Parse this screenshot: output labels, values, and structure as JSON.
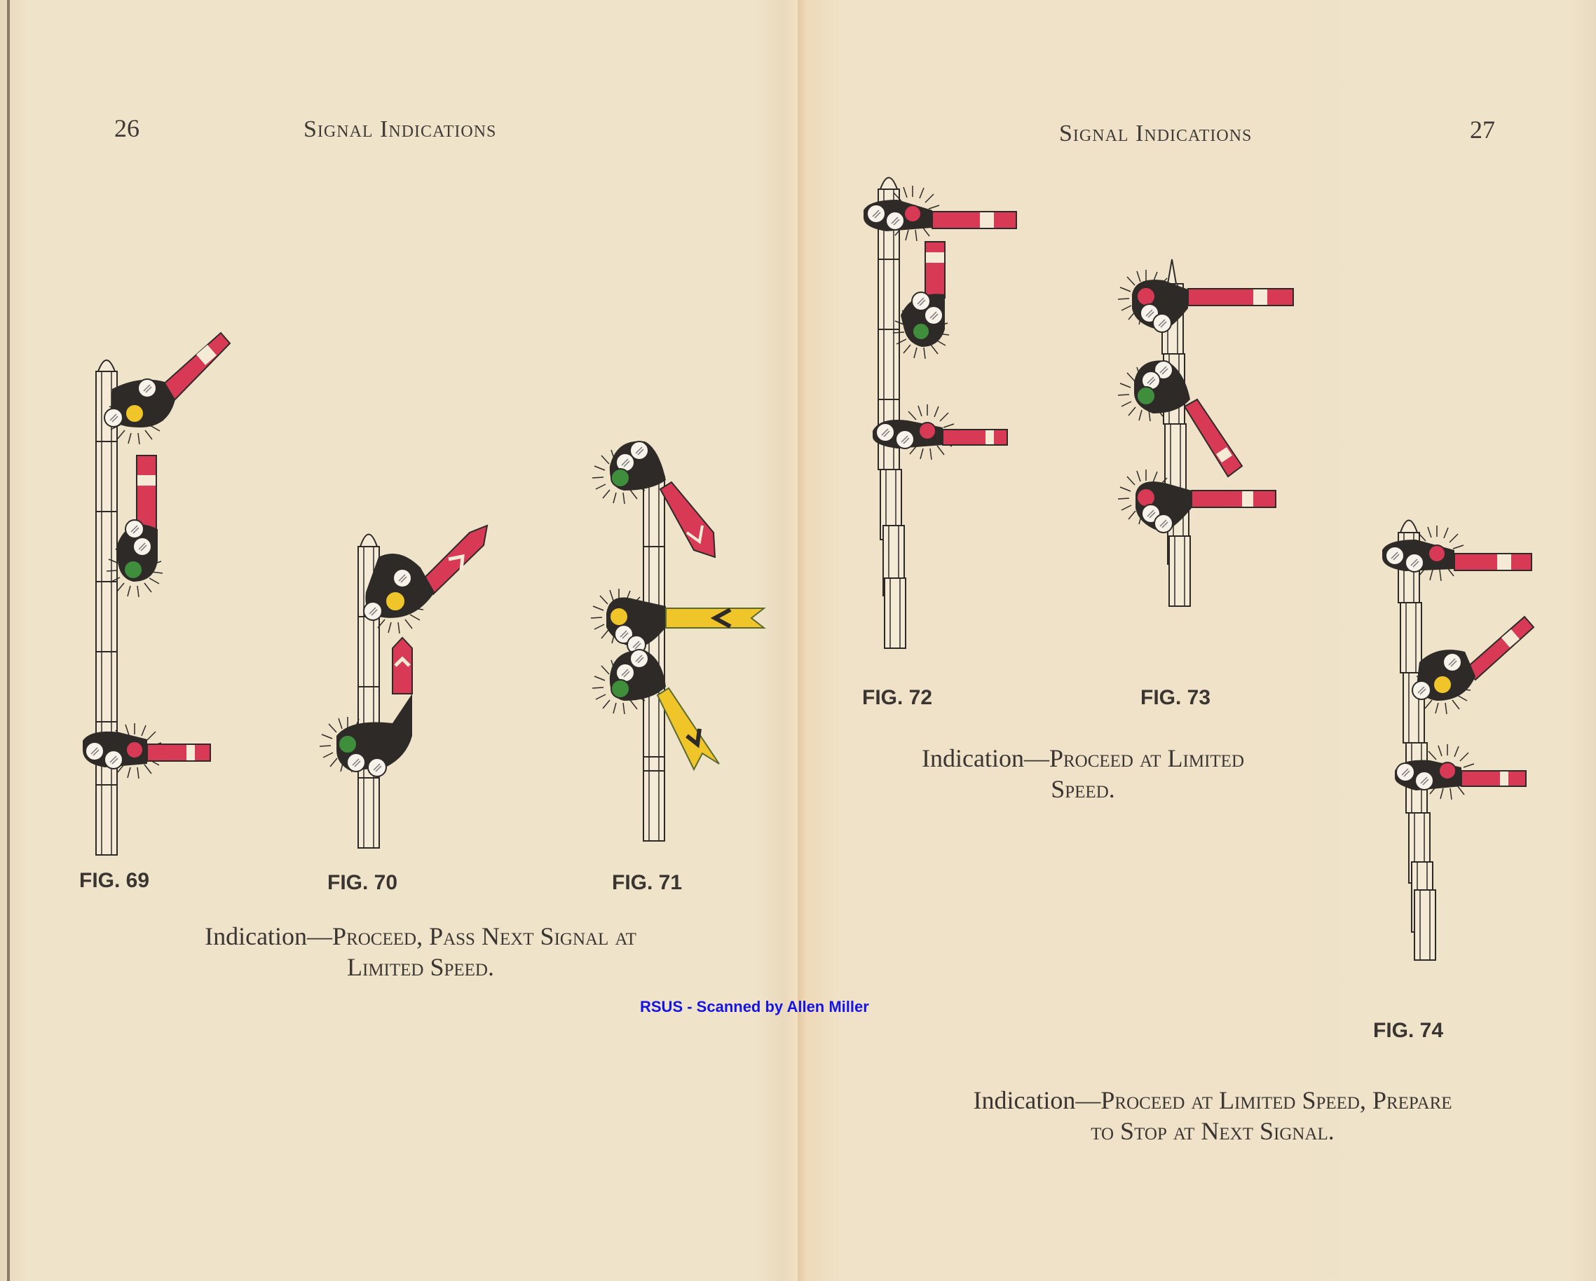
{
  "left_page": {
    "page_number": "26",
    "running_head": "Signal Indications",
    "figures": [
      {
        "label": "FIG. 69",
        "arms": [
          "upper: red/white arm raised diagonal, yellow lamp lit",
          "middle: red/white arm vertical, green lamp lit",
          "lower: red/white arm horizontal, red lamp lit"
        ]
      },
      {
        "label": "FIG. 70",
        "arms": [
          "upper: red chevron arm raised diagonal, yellow lamp lit",
          "lower: red chevron arm vertical, green lamp lit"
        ]
      },
      {
        "label": "FIG. 71",
        "arms": [
          "upper: red chevron arm lowered diagonal, green lamp lit",
          "middle: yellow fishtail arm horizontal, yellow lamp lit",
          "lower: yellow fishtail arm lowered diagonal, green lamp lit"
        ]
      }
    ],
    "caption": {
      "prefix": "Indication—",
      "line1": "Proceed, Pass Next Signal at",
      "line2": "Limited Speed."
    }
  },
  "right_page": {
    "page_number": "27",
    "running_head": "Signal Indications",
    "figures": [
      {
        "label": "FIG. 72",
        "arms": [
          "upper: red/white arm horizontal, red lamp lit",
          "middle: red/white arm vertical, green lamp lit",
          "lower: red/white arm horizontal, red lamp lit"
        ]
      },
      {
        "label": "FIG. 73",
        "arms": [
          "upper: red/white arm horizontal, red lamp lit",
          "middle: red/white arm lowered diagonal, green lamp lit",
          "lower: red/white arm horizontal, red lamp lit"
        ]
      },
      {
        "label": "FIG. 74",
        "arms": [
          "upper: red/white arm horizontal, red lamp lit",
          "middle: red/white arm raised diagonal, yellow lamp lit",
          "lower: red/white arm horizontal, red lamp lit"
        ]
      }
    ],
    "caption_1": {
      "prefix": "Indication—",
      "line1": "Proceed at Limited",
      "line2": "Speed."
    },
    "caption_2": {
      "prefix": "Indication—",
      "line1": "Proceed at Limited Speed, Prepare",
      "line2": "to Stop at Next Signal."
    }
  },
  "credit": "RSUS - Scanned by Allen Miller",
  "colors": {
    "paper": "#efe3ca",
    "ink": "#3b3532",
    "signal_red": "#d83a55",
    "signal_yellow": "#f0c52a",
    "signal_green": "#3f8e3c",
    "credit_blue": "#1414e6"
  }
}
